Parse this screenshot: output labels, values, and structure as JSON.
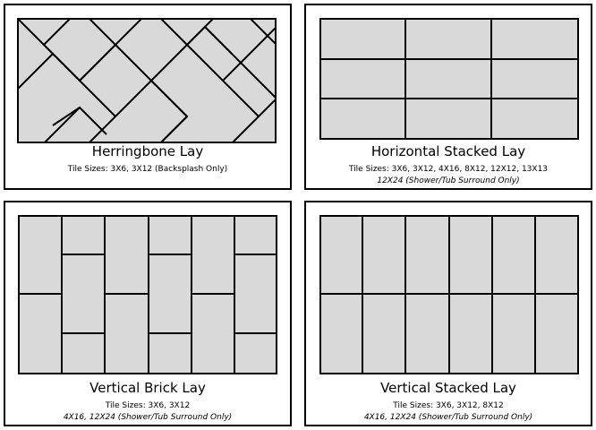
{
  "panels": [
    {
      "id": "herringbone",
      "title": "Herringbone Lay",
      "sizes": "Tile Sizes: 3X6, 3X12 (Backsplash Only)",
      "note": ""
    },
    {
      "id": "horizontal-stacked",
      "title": "Horizontal Stacked Lay",
      "sizes": "Tile Sizes: 3X6, 3X12, 4X16, 8X12, 12X12, 13X13",
      "note": "12X24 (Shower/Tub Surround Only)"
    },
    {
      "id": "vertical-brick",
      "title": "Vertical Brick Lay",
      "sizes": "Tile Sizes: 3X6, 3X12",
      "note": "4X16, 12X24 (Shower/Tub Surround Only)"
    },
    {
      "id": "vertical-stacked",
      "title": "Vertical Stacked Lay",
      "sizes": "Tile Sizes: 3X6, 3X12, 8X12",
      "note": "4X16, 12X24 (Shower/Tub Surround Only)"
    }
  ],
  "colors": {
    "tile_fill": "#d9d9d9",
    "grout": "#000000",
    "border": "#000000"
  }
}
